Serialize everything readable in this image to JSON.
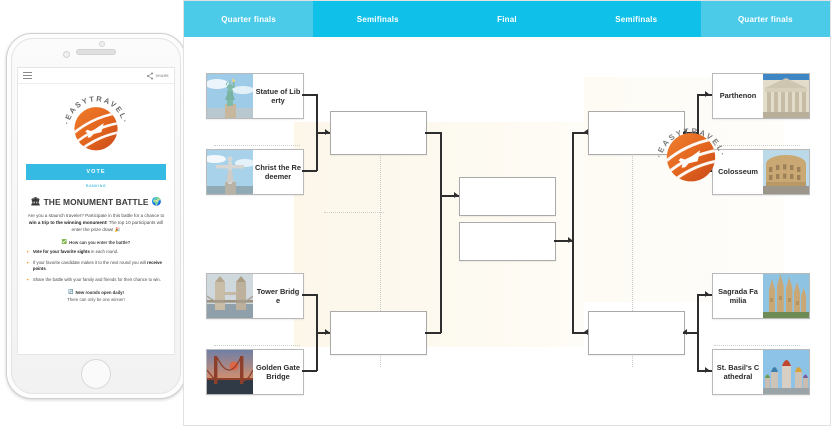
{
  "phone": {
    "topbar": {
      "menu_icon": "hamburger-icon",
      "share_icon": "share-icon",
      "share_label": "SHARE"
    },
    "logo": {
      "brand": "EASYTRAVEL",
      "icon": "globe-plane-logo"
    },
    "vote_button": "VOTE",
    "ranking_link": "RANKING",
    "battle": {
      "icon_left": "🏛",
      "title": "THE MONUMENT BATTLE",
      "icon_right": "🌍",
      "description_1": "Are you a staunch traveler? Participate in this battle for a chance to ",
      "description_bold": "win a trip to the winning monument",
      "description_2": "! The top 10 participants will enter the prize draw! ",
      "description_emoji": "🎉",
      "question_icon": "✅",
      "question": "How can you enter the battle?",
      "bullets": [
        {
          "icon": "🔸",
          "bold": "Vote for your favorite sights",
          "rest": " in each round."
        },
        {
          "icon": "🔸",
          "pre": "If your favorite candidate makes it to the next round you will ",
          "bold": "receive points",
          "rest": "."
        },
        {
          "icon": "🔸",
          "pre": "Share the battle with your family and friends for their chance to win.",
          "bold": "",
          "rest": ""
        }
      ],
      "closing_icon": "🔄",
      "closing": "New rounds open daily!",
      "closing_sub": "There can only be one winner!"
    }
  },
  "bracket": {
    "tabs": [
      {
        "label": "Quarter finals",
        "shade": "light"
      },
      {
        "label": "Semifinals",
        "shade": "dark"
      },
      {
        "label": "Final",
        "shade": "dark"
      },
      {
        "label": "Semifinals",
        "shade": "dark"
      },
      {
        "label": "Quarter finals",
        "shade": "light"
      }
    ],
    "center_logo": {
      "brand": "EASYTRAVEL",
      "icon": "globe-plane-logo"
    },
    "left_quarter": [
      {
        "name": "Statue of Liberty",
        "image": "statue-of-liberty-photo"
      },
      {
        "name": "Christ the Redeemer",
        "image": "christ-the-redeemer-photo"
      },
      {
        "name": "Tower Bridge",
        "image": "tower-bridge-photo"
      },
      {
        "name": "Golden Gate Bridge",
        "image": "golden-gate-bridge-photo"
      }
    ],
    "right_quarter": [
      {
        "name": "Parthenon",
        "image": "parthenon-photo"
      },
      {
        "name": "Colosseum",
        "image": "colosseum-photo"
      },
      {
        "name": "Sagrada Familia",
        "image": "sagrada-familia-photo"
      },
      {
        "name": "St. Basil's Cathedral",
        "image": "st-basils-cathedral-photo"
      }
    ],
    "semifinal_slots": [
      "",
      "",
      "",
      ""
    ],
    "final_slots": [
      "",
      ""
    ]
  },
  "colors": {
    "tab_light": "#4ccbe8",
    "tab_dark": "#0fc0e8",
    "vote_button": "#35bbe3",
    "brand_orange": "#e2641e",
    "line": "#2e2e2e"
  }
}
